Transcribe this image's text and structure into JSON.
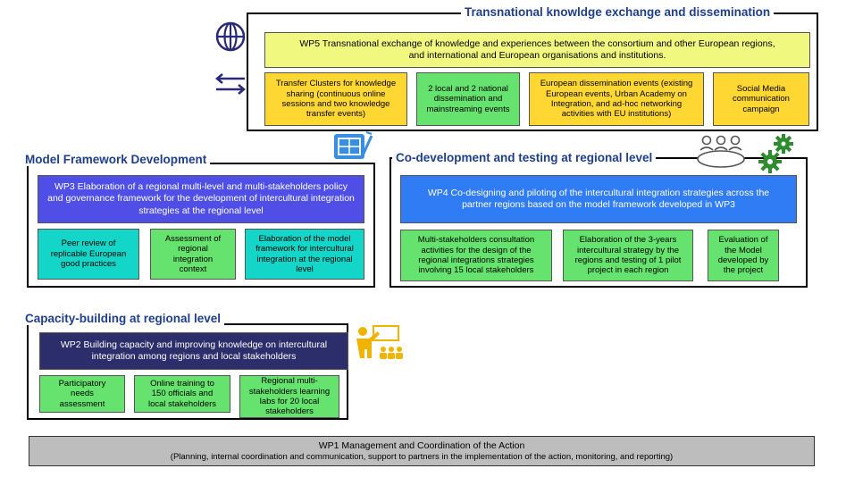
{
  "wp5": {
    "title": "Transnational knowldge exchange and dissemination",
    "header": "WP5 Transnational exchange of knowledge and experiences between the consortium and other European regions, and international and European organisations and institutions.",
    "items": [
      "Transfer Clusters for knowledge sharing (continuous online sessions and two knowledge transfer events)",
      "2 local and 2 national dissemination and mainstreaming events",
      "European dissemination events (existing European events, Urban Academy on Integration, and ad-hoc networking activities with EU institutions)",
      "Social Media communication campaign"
    ]
  },
  "wp3": {
    "title": "Model Framework Development",
    "header": "WP3 Elaboration of a regional multi-level and multi-stakeholders policy and governance framework for the development of intercultural integration strategies  at the regional level",
    "items": [
      "Peer review of replicable European good practices",
      "Assessment of regional integration context",
      "Elaboration of the model framework for intercultural integration at the regional level"
    ]
  },
  "wp4": {
    "title": "Co-development and testing at regional level",
    "header": "WP4 Co-designing and piloting of the intercultural integration strategies across the partner regions based on the model framework developed in WP3",
    "items": [
      "Multi-stakeholders consultation activities for the design of the regional integrations strategies involving 15 local stakeholders",
      "Elaboration of the 3-years intercultural strategy by the regions and testing of 1 pilot project in each region",
      "Evaluation of the Model developed by the project"
    ]
  },
  "wp2": {
    "title": "Capacity-building at regional level",
    "header": "WP2 Building capacity and improving knowledge on intercultural integration among regions and local stakeholders",
    "items": [
      "Participatory needs assessment",
      "Online training to 150 officials and local stakeholders",
      "Regional multi-stakeholders learning labs for 20 local stakeholders"
    ]
  },
  "wp1": {
    "title": "WP1 Management and Coordination of the Action",
    "subtitle": "(Planning, internal coordination and communication, support to partners in the implementation of the action, monitoring, and reporting)"
  },
  "icons": [
    "globe-icon",
    "exchange-arrows-icon",
    "blueprint-icon",
    "meeting-table-icon",
    "gears-icon",
    "teacher-icon"
  ],
  "colors": {
    "green": "#66e36e",
    "teal": "#14d6c8",
    "yellow": "#ffd733",
    "lime": "#f0f880",
    "blue": "#2f7cf5",
    "navy": "#2c2d6b",
    "indigo": "#4f4fe8",
    "grey": "#bdbdbd",
    "accent_icon": "#3a7bd5"
  }
}
